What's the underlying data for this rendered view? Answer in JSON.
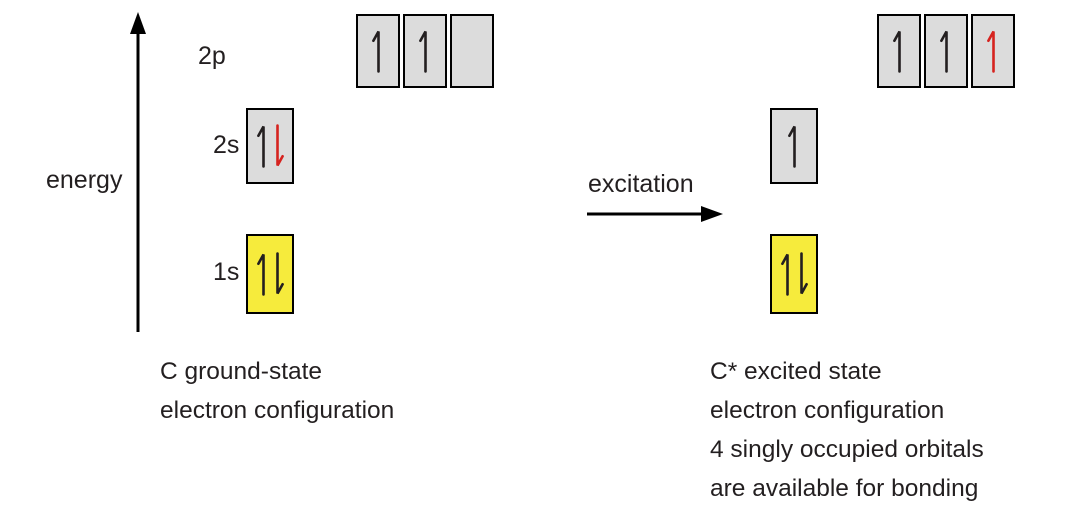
{
  "colors": {
    "black": "#231f20",
    "red": "#d6231f",
    "gray_box": "#dcdcdc",
    "yellow_box": "#f6eb3c",
    "box_border": "#000000",
    "arrow_line": "#000000"
  },
  "energy_label": "energy",
  "excitation_label": "excitation",
  "ground_state": {
    "caption": [
      "C ground-state",
      "electron configuration"
    ],
    "levels": {
      "p2": {
        "label": "2p",
        "boxes": [
          [
            "up:black"
          ],
          [
            "up:black"
          ],
          []
        ]
      },
      "s2": {
        "label": "2s",
        "boxes": [
          [
            "up:black",
            "down:red"
          ]
        ]
      },
      "s1": {
        "label": "1s",
        "boxes": [
          [
            "up:black",
            "down:black"
          ]
        ]
      }
    }
  },
  "excited_state": {
    "caption": [
      "C* excited state",
      "electron configuration",
      "4 singly occupied orbitals",
      "are available for bonding"
    ],
    "levels": {
      "p2": {
        "boxes": [
          [
            "up:black"
          ],
          [
            "up:black"
          ],
          [
            "up:red"
          ]
        ]
      },
      "s2": {
        "boxes": [
          [
            "up:black"
          ]
        ]
      },
      "s1": {
        "boxes": [
          [
            "up:black",
            "down:black"
          ]
        ]
      }
    }
  }
}
